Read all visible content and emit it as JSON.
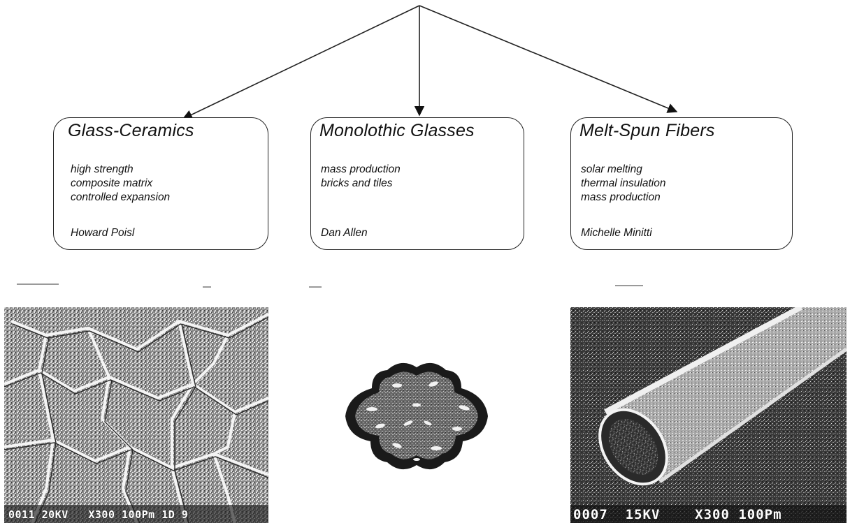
{
  "diagram": {
    "boxes": [
      {
        "title": "Glass-Ceramics",
        "items": [
          "high strength",
          "composite matrix",
          "controlled expansion"
        ],
        "person": "Howard Poisl"
      },
      {
        "title": "Monolothic Glasses",
        "items": [
          "mass production",
          "bricks and tiles"
        ],
        "person": "Dan Allen"
      },
      {
        "title": "Melt-Spun Fibers",
        "items": [
          "solar melting",
          "thermal insulation",
          "mass production"
        ],
        "person": "Michelle Minitti"
      }
    ],
    "colors": {
      "line": "#222222",
      "micrograph_dark": "#2b2b2b",
      "micrograph_light": "#d9d9d9"
    }
  },
  "images": {
    "left_caption": "0011 20KV   X300 100Pm 1D 9",
    "right_caption": "0007  15KV    X300 100Pm"
  }
}
